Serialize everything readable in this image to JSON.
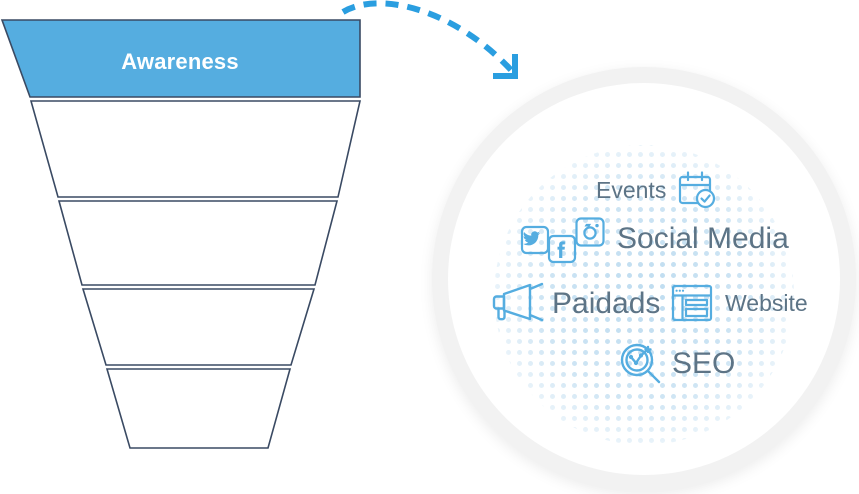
{
  "funnel": {
    "stages": [
      {
        "label": "Awareness",
        "filled": true,
        "color": "#55ade0"
      },
      {
        "label": "",
        "filled": false,
        "color": "#ffffff"
      },
      {
        "label": "",
        "filled": false,
        "color": "#ffffff"
      },
      {
        "label": "",
        "filled": false,
        "color": "#ffffff"
      },
      {
        "label": "",
        "filled": false,
        "color": "#ffffff"
      }
    ],
    "active_stage_label": "Awareness",
    "active_stage_text_color": "#ffffff",
    "stage_border_color": "#3a4a63"
  },
  "connector": {
    "type": "dashed-curved-arrow",
    "color": "#2a9ee0",
    "style": "dashed"
  },
  "channel_circle": {
    "ring_color": "#f2f2f2",
    "fill_color": "#ffffff",
    "halftone_color": "#cfe6f5",
    "label_color": "#5d7486",
    "icon_color": "#55ade0",
    "channels": [
      {
        "label": "Events",
        "icon": "calendar-check-icon",
        "icon_side": "right"
      },
      {
        "label": "Social Media",
        "icon": "social-network-icons",
        "icon_side": "left",
        "sub_icons": [
          "twitter-icon",
          "facebook-icon",
          "instagram-icon"
        ]
      },
      {
        "label": "Paidads",
        "icon": "megaphone-icon",
        "icon_side": "left"
      },
      {
        "label": "Website",
        "icon": "browser-window-icon",
        "icon_side": "left"
      },
      {
        "label": "SEO",
        "icon": "magnifier-chart-icon",
        "icon_side": "left"
      }
    ]
  }
}
